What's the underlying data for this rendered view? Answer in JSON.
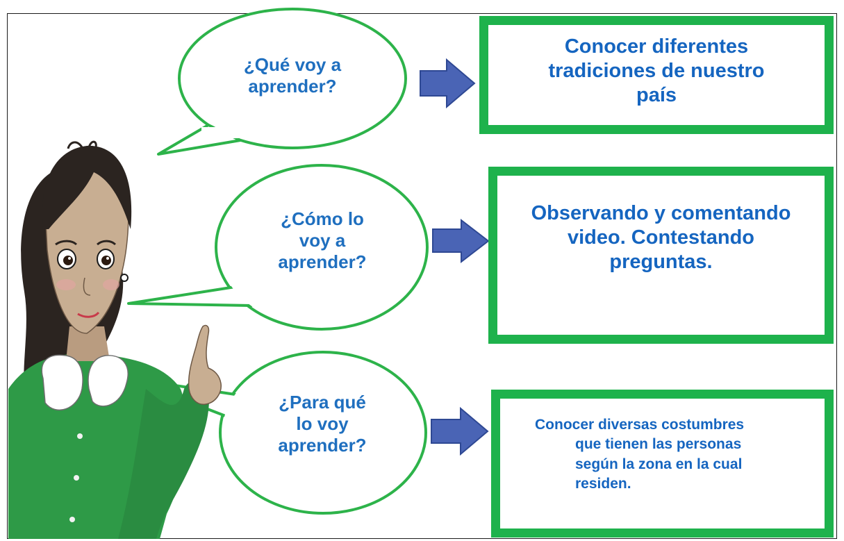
{
  "colors": {
    "bubble_stroke": "#2db34a",
    "box_border": "#1eb24c",
    "arrow_fill": "#4a64b5",
    "arrow_stroke": "#2e4893",
    "text_blue": "#1f6fbf",
    "sweater_green": "#2e9a47",
    "hair": "#2b2420",
    "skin": "#c8ae92"
  },
  "bubbles": [
    {
      "lines": [
        "¿Qué voy a",
        "aprender?"
      ],
      "icon": "speech-bubble"
    },
    {
      "lines": [
        "¿Cómo lo",
        "voy a",
        "aprender?"
      ],
      "icon": "speech-bubble"
    },
    {
      "lines": [
        "¿Para qué",
        "lo voy",
        "aprender?"
      ],
      "icon": "speech-bubble"
    }
  ],
  "boxes": [
    {
      "lines": [
        "Conocer diferentes",
        "tradiciones de nuestro",
        "país"
      ]
    },
    {
      "lines": [
        "Observando y comentando",
        "video. Contestando",
        "preguntas."
      ]
    },
    {
      "lines": [
        "Conocer diversas costumbres",
        "que tienen las personas",
        "según la zona en la cual",
        "residen."
      ]
    }
  ],
  "arrows": [
    "right-arrow-icon",
    "right-arrow-icon",
    "right-arrow-icon"
  ],
  "illustration": "teacher-pointing-illustration"
}
